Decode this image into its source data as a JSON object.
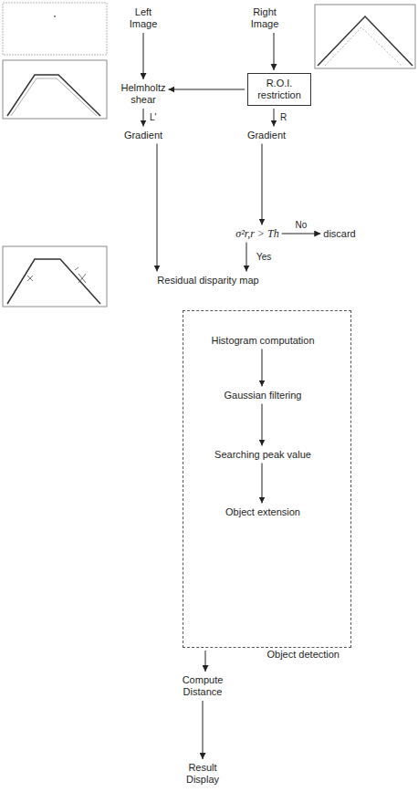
{
  "diagram": {
    "nodes": [
      {
        "text": [
          "Left Image"
        ]
      },
      {
        "text": [
          "Right Image"
        ]
      },
      {
        "text": [
          "Helmholtz shear"
        ]
      },
      {
        "text": [
          "R.O.I. restriction"
        ]
      },
      {
        "text": [
          "Gradient"
        ]
      },
      {
        "text": [
          "Gradient"
        ]
      },
      {
        "text": [
          "σ²r,r > Th"
        ]
      },
      {
        "text": [
          "discard"
        ]
      },
      {
        "text": [
          "Residual disparity map"
        ]
      },
      {
        "text": [
          "Object detection"
        ]
      },
      {
        "text": [
          "Histogram computation"
        ],
        "in": 9
      },
      {
        "text": [
          "Gaussian filtering"
        ],
        "in": 9
      },
      {
        "text": [
          "Searching peak value"
        ],
        "in": 9
      },
      {
        "text": [
          "Object extension"
        ],
        "in": 9
      },
      {
        "text": [
          "Compute Distance"
        ]
      },
      {
        "text": [
          "Result Display"
        ]
      }
    ],
    "edges": [
      {
        "from": 0,
        "to": 2,
        "arrow": "to"
      },
      {
        "from": 1,
        "to": 3,
        "arrow": "to"
      },
      {
        "from": 3,
        "to": 2,
        "arrow": "to"
      },
      {
        "from": 2,
        "to": 4,
        "label": "L'",
        "arrow": "to"
      },
      {
        "from": 3,
        "to": 5,
        "label": "R",
        "arrow": "to"
      },
      {
        "from": 5,
        "to": 6,
        "arrow": "to"
      },
      {
        "from": 6,
        "to": 7,
        "label": "No",
        "arrow": "to"
      },
      {
        "from": 6,
        "to": 8,
        "label": "Yes",
        "arrow": "to"
      },
      {
        "from": 4,
        "to": 8,
        "arrow": "to"
      },
      {
        "from": 10,
        "to": 11,
        "arrow": "to"
      },
      {
        "from": 11,
        "to": 12,
        "arrow": "to"
      },
      {
        "from": 12,
        "to": 13,
        "arrow": "to"
      },
      {
        "from": 9,
        "to": 14,
        "arrow": "to"
      },
      {
        "from": 14,
        "to": 15,
        "arrow": "to"
      }
    ]
  }
}
